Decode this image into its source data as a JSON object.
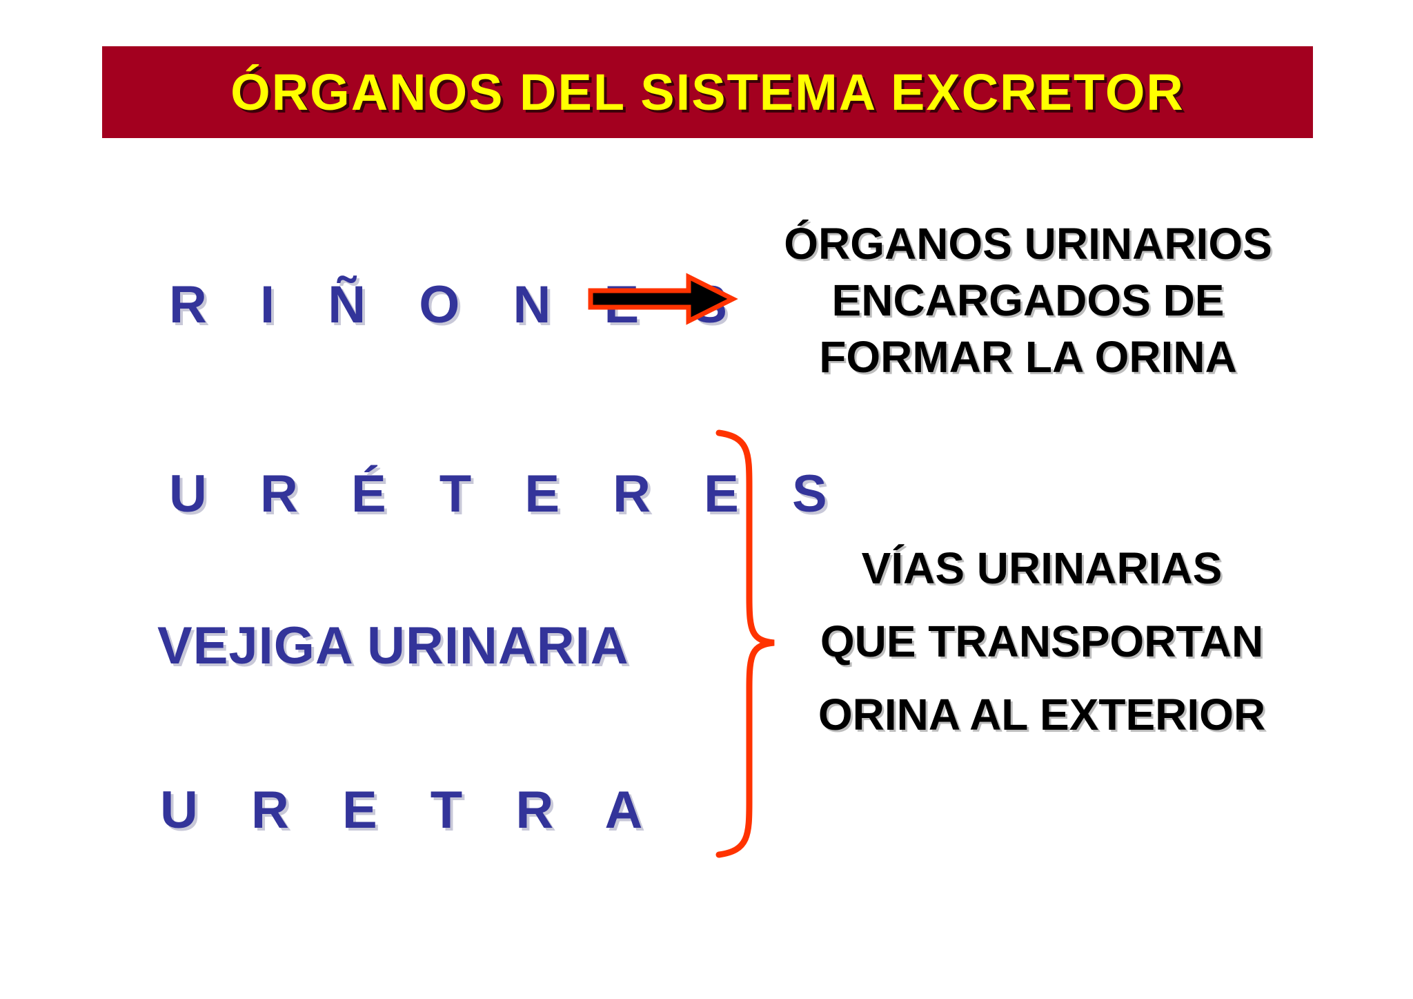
{
  "title": "ÓRGANOS DEL SISTEMA EXCRETOR",
  "organs": {
    "rinones": "R I Ñ O N E S",
    "ureteres": "U R É T E R E S",
    "vejiga": "VEJIGA URINARIA",
    "uretra": "U R E T R A"
  },
  "descriptions": {
    "urinary_organs": [
      "ÓRGANOS URINARIOS",
      "ENCARGADOS DE",
      "FORMAR LA ORINA"
    ],
    "urinary_tracts": [
      "VÍAS URINARIAS",
      "QUE TRANSPORTAN",
      "ORINA AL EXTERIOR"
    ]
  },
  "colors": {
    "title_bar": "#a3001f",
    "title_text": "#ffff00",
    "organ_text": "#33349a",
    "connector": "#ff3300",
    "arrow_core": "#000000"
  },
  "icons": {
    "arrow": "right-arrow-icon",
    "brace": "right-curly-brace-icon"
  }
}
